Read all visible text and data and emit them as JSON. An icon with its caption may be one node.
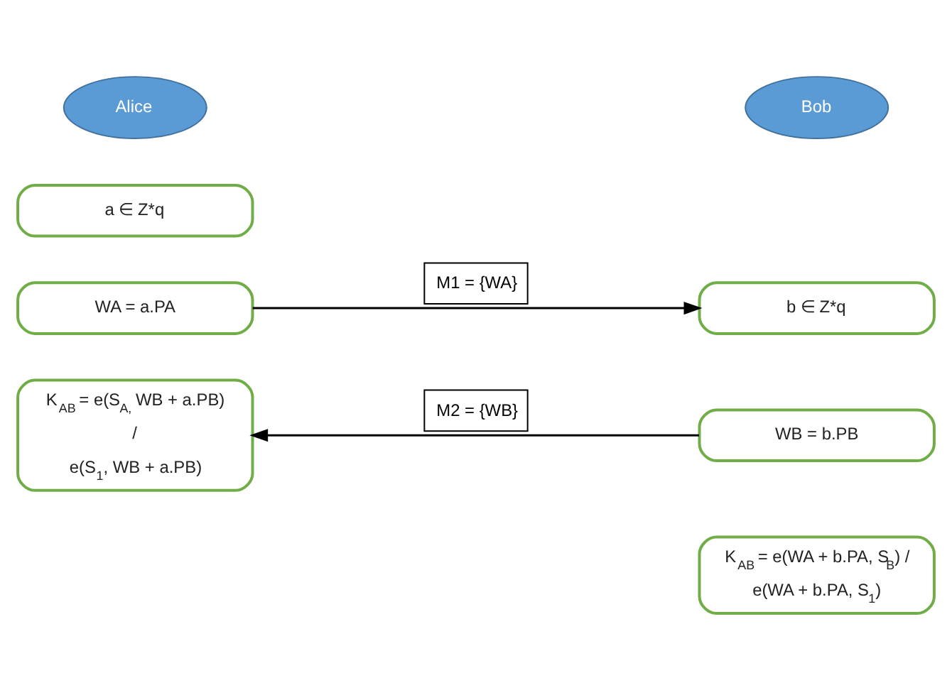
{
  "diagram": {
    "nodes": [
      {
        "text": [
          "Alice"
        ]
      },
      {
        "text": [
          "Bob"
        ]
      },
      {
        "text": [
          "a ∈ Z*q"
        ]
      },
      {
        "text": [
          "WA = a.PA"
        ]
      },
      {
        "text": [
          "b ∈ Z*q"
        ]
      },
      {
        "text": [
          "WB = b.PB"
        ]
      },
      {
        "text": [
          "K$_{AB}$ = e(S$_{A,}$ WB + a.PB)",
          "/",
          "e(S$_{1}$, WB + a.PB)"
        ]
      },
      {
        "text": [
          "K$_{AB}$ = e(WA + b.PA, S$_{B}$) /",
          "e(WA + b.PA, S$_{1}$)"
        ]
      }
    ],
    "edges": [
      {
        "from": 3,
        "to": 4,
        "arrow": "to",
        "label": "M1 = {WA}"
      },
      {
        "from": 5,
        "to": 6,
        "arrow": "to",
        "label": "M2 = {WB}"
      }
    ]
  }
}
